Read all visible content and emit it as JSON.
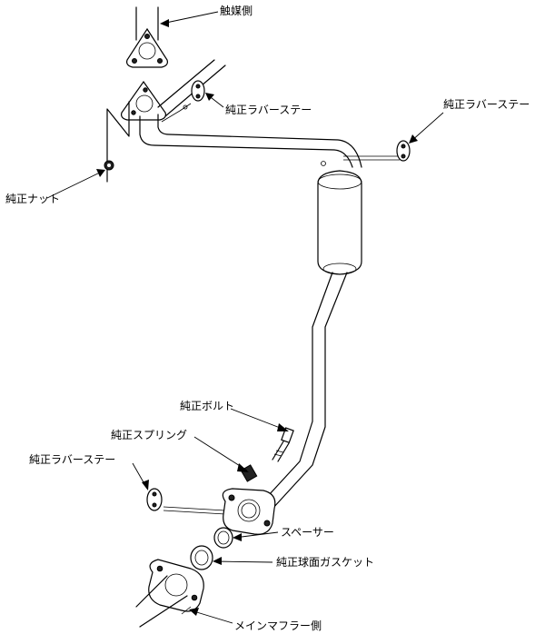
{
  "labels": {
    "catalyst_side": "触媒側",
    "rubber_stay_top": "純正ラバーステー",
    "rubber_stay_right": "純正ラバーステー",
    "nut": "純正ナット",
    "bolt": "純正ボルト",
    "spring": "純正スプリング",
    "rubber_stay_left": "純正ラバーステー",
    "spacer": "スペーサー",
    "gasket": "純正球面ガスケット",
    "main_muffler_side": "メインマフラー側"
  },
  "colors": {
    "line": "#000000",
    "background": "#ffffff"
  }
}
